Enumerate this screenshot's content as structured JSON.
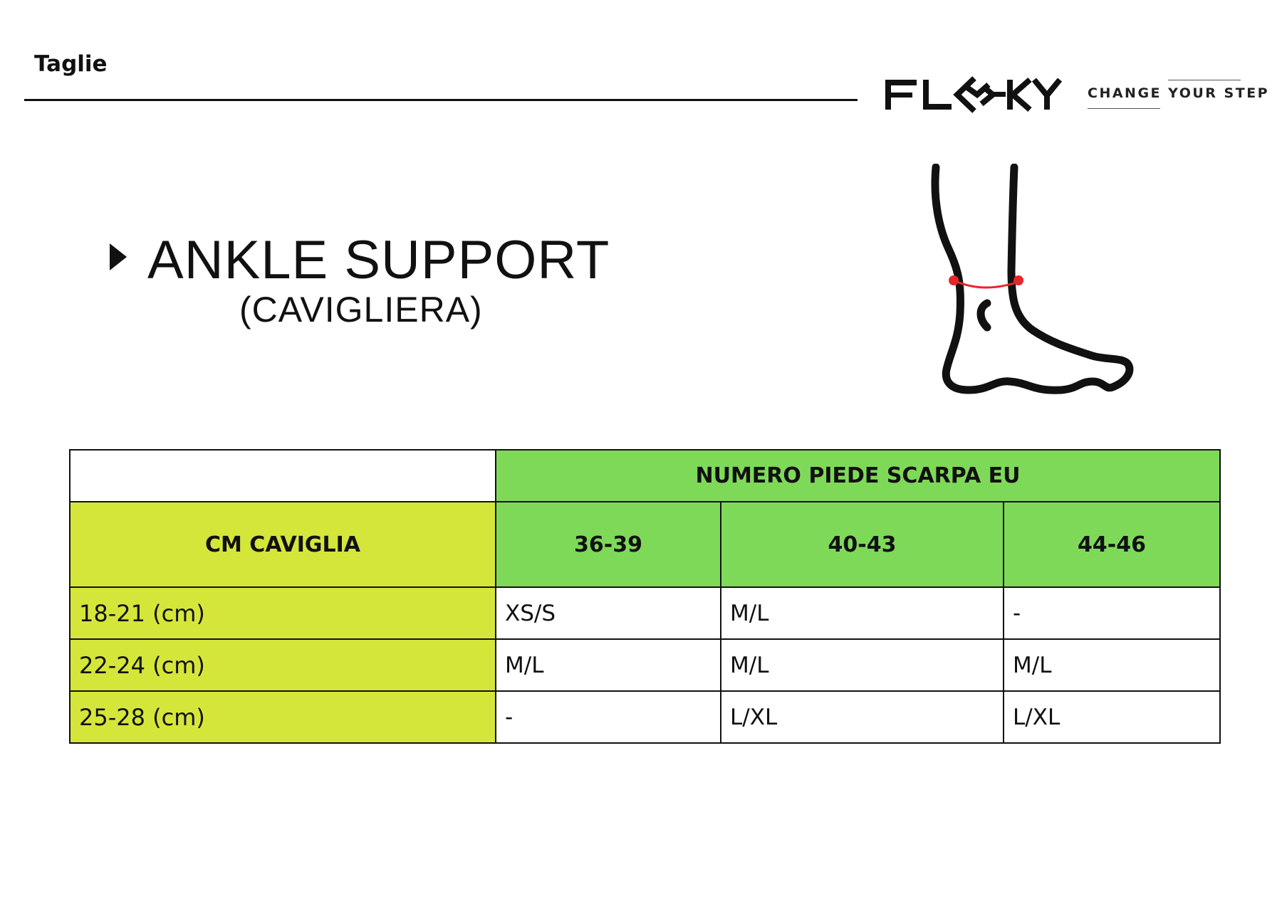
{
  "header": {
    "label": "Taglie"
  },
  "brand": {
    "logo_text": "FLOKY",
    "tagline": "CHANGE YOUR STEP"
  },
  "title": {
    "main": "ANKLE SUPPORT",
    "sub": "(CAVIGLIERA)"
  },
  "illustration": {
    "icon": "foot-ankle-measure-icon",
    "measure_color": "#e8262a"
  },
  "table": {
    "group_header": "NUMERO PIEDE SCARPA EU",
    "row_header_label": "CM CAVIGLIA",
    "columns": [
      "36-39",
      "40-43",
      "44-46"
    ],
    "rows": [
      {
        "ankle": "18-21 (cm)",
        "sizes": [
          "XS/S",
          "M/L",
          "-"
        ]
      },
      {
        "ankle": "22-24 (cm)",
        "sizes": [
          "M/L",
          "M/L",
          "M/L"
        ]
      },
      {
        "ankle": "25-28 (cm)",
        "sizes": [
          "-",
          "L/XL",
          "L/XL"
        ]
      }
    ]
  },
  "colors": {
    "green_header": "#7fd959",
    "lime_column": "#d5e63a",
    "text": "#111111"
  }
}
